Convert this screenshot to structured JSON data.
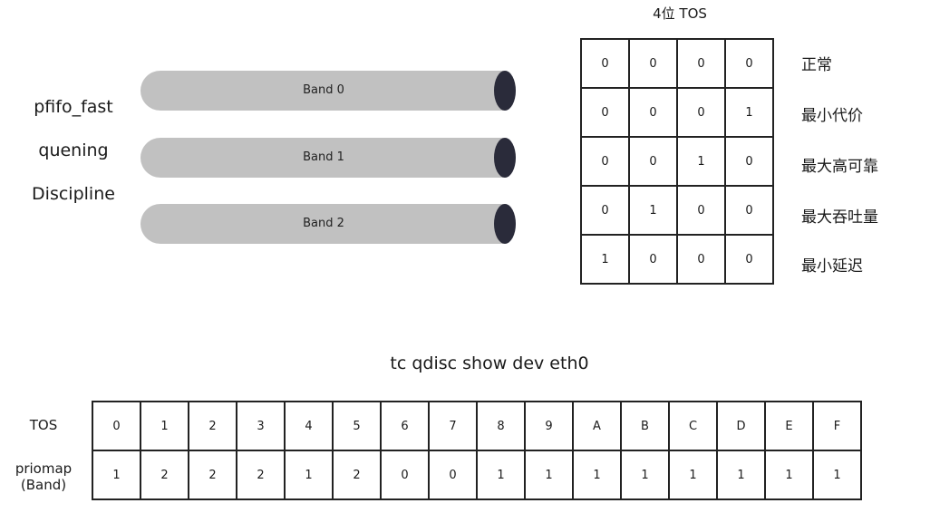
{
  "queuing_label": [
    "pfifo_fast",
    "quening",
    "Discipline"
  ],
  "bands": [
    "Band 0",
    "Band 1",
    "Band 2"
  ],
  "tos_table": {
    "title": "4位 TOS",
    "rows": [
      {
        "bits": [
          "0",
          "0",
          "0",
          "0"
        ],
        "meaning": "正常"
      },
      {
        "bits": [
          "0",
          "0",
          "0",
          "1"
        ],
        "meaning": "最小代价"
      },
      {
        "bits": [
          "0",
          "0",
          "1",
          "0"
        ],
        "meaning": "最大高可靠"
      },
      {
        "bits": [
          "0",
          "1",
          "0",
          "0"
        ],
        "meaning": "最大吞吐量"
      },
      {
        "bits": [
          "1",
          "0",
          "0",
          "0"
        ],
        "meaning": "最小延迟"
      }
    ]
  },
  "priomap": {
    "command": "tc qdisc show dev eth0",
    "tos_label": "TOS",
    "band_label_line1": "priomap",
    "band_label_line2": "(Band)",
    "tos": [
      "0",
      "1",
      "2",
      "3",
      "4",
      "5",
      "6",
      "7",
      "8",
      "9",
      "A",
      "B",
      "C",
      "D",
      "E",
      "F"
    ],
    "band": [
      "1",
      "2",
      "2",
      "2",
      "1",
      "2",
      "0",
      "0",
      "1",
      "1",
      "1",
      "1",
      "1",
      "1",
      "1",
      "1"
    ]
  }
}
